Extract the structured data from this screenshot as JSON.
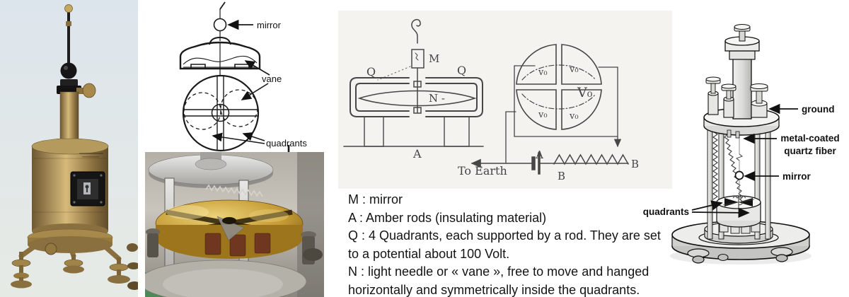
{
  "diagram": {
    "mirror": "mirror",
    "vane": "vane",
    "quadrants": "quadrants"
  },
  "schematic": {
    "m": "M",
    "q_left": "Q",
    "q_right": "Q",
    "needle": "N -",
    "amber_base": "A",
    "to_earth": "To Earth",
    "v0": [
      "v₀",
      "v₀",
      "v₀",
      "v₀"
    ],
    "v0_big": "V₀",
    "rheostat_a": "A",
    "rheostat_b": "B",
    "battery": "B"
  },
  "notes": {
    "lines": [
      "M : mirror",
      "A : Amber rods (insulating material)",
      "Q : 4 Quadrants, each supported by a rod. They are set",
      "to a potential about 100 Volt.",
      "N : light needle or « vane », free to move and hanged",
      "horizontally and symmetrically inside the quadrants."
    ]
  },
  "illustration": {
    "ground": "ground",
    "fiber_line1": "metal-coated",
    "fiber_line2": "quartz fiber",
    "mirror": "mirror",
    "quadrants": "quadrants"
  }
}
